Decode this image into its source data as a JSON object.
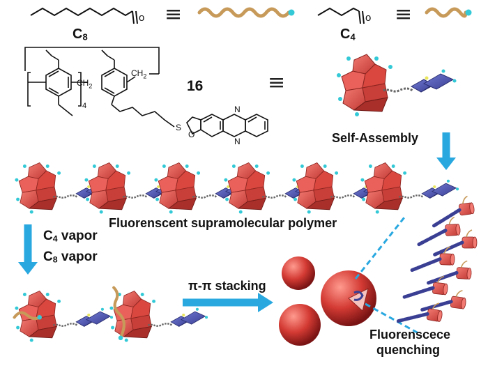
{
  "labels": {
    "c8": "C",
    "c8_sub": "8",
    "c4": "C",
    "c4_sub": "4",
    "compound_number": "16",
    "equiv": "≡",
    "self_assembly": "Self-Assembly",
    "polymer": "Fluorenscent supramolecular polymer",
    "c4_vapor_c": "C",
    "c4_vapor_sub": "4",
    "c4_vapor_word": " vapor",
    "c8_vapor_c": "C",
    "c8_vapor_sub": "8",
    "c8_vapor_word": " vapor",
    "stacking": "π-π stacking",
    "quench_line1": "Fluorenscece",
    "quench_line2": "quenching",
    "ch2_a": "CH",
    "ch2_b": "CH",
    "two": "2",
    "subscript_4": "4",
    "atom_s": "S",
    "atom_o": "O",
    "atom_n1": "N",
    "atom_n2": "N"
  },
  "colors": {
    "macrocycle_red": "#e0504a",
    "pyrazine_blue": "#4a52b0",
    "arrow_blue": "#29a8e0",
    "chain_tan": "#c79a5a",
    "chain_end_cyan": "#33c9d6"
  }
}
